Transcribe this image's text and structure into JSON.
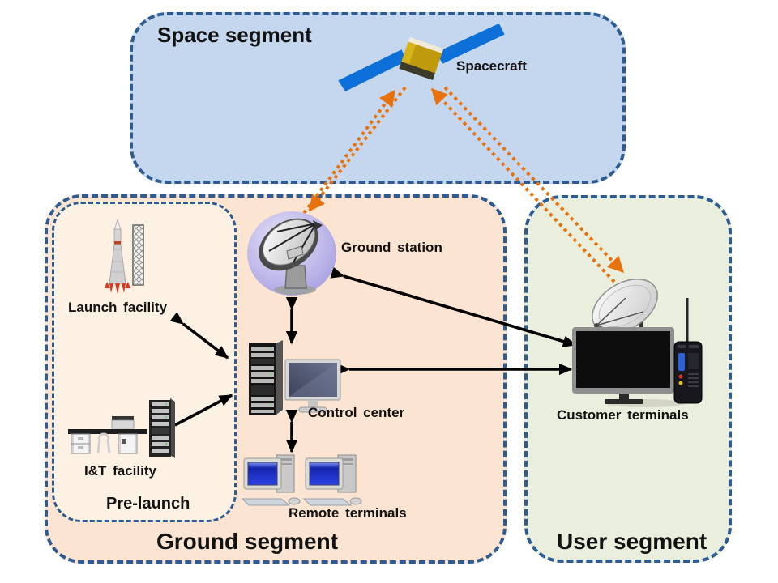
{
  "segments": {
    "space": {
      "label": "Space segment"
    },
    "ground": {
      "label": "Ground segment"
    },
    "prelaunch": {
      "label": "Pre-launch"
    },
    "user": {
      "label": "User segment"
    }
  },
  "nodes": {
    "spacecraft": {
      "label": "Spacecraft"
    },
    "ground_station": {
      "label": "Ground station"
    },
    "control_center": {
      "label": "Control center"
    },
    "remote_terminals": {
      "label": "Remote terminals"
    },
    "launch_facility": {
      "label": "Launch facility"
    },
    "it_facility": {
      "label": "I&T facility"
    },
    "customer_terminals": {
      "label": "Customer terminals"
    }
  },
  "links": [
    {
      "from": "ground_station",
      "to": "spacecraft",
      "style": "orange-dotted-rf",
      "direction": "both"
    },
    {
      "from": "spacecraft",
      "to": "customer_terminals",
      "style": "orange-dotted-rf",
      "direction": "both"
    },
    {
      "from": "ground_station",
      "to": "control_center",
      "style": "black-solid",
      "direction": "both"
    },
    {
      "from": "control_center",
      "to": "remote_terminals",
      "style": "black-solid",
      "direction": "both"
    },
    {
      "from": "launch_facility",
      "to": "control_center",
      "style": "black-solid",
      "direction": "both"
    },
    {
      "from": "it_facility",
      "to": "control_center",
      "style": "black-solid",
      "direction": "both"
    },
    {
      "from": "ground_station",
      "to": "customer_terminals",
      "style": "black-solid",
      "direction": "both"
    },
    {
      "from": "control_center",
      "to": "customer_terminals",
      "style": "black-solid",
      "direction": "both"
    }
  ],
  "colors": {
    "space_fill": "#c5d7ee",
    "ground_fill": "#fbe4d2",
    "prelaunch_fill": "#fdf1e4",
    "user_fill": "#e9efdc",
    "segment_border": "#2e5c92",
    "rf_link": "#e8730e",
    "data_link": "#000000",
    "text": "#121212"
  }
}
